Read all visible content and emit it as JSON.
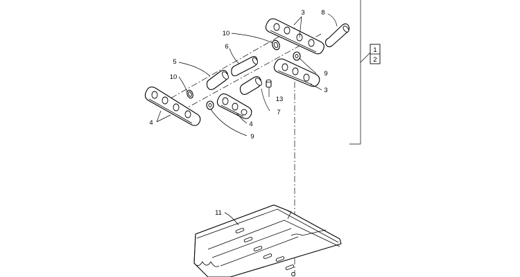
{
  "callouts": {
    "c1": "1",
    "c2": "2",
    "c3a": "3",
    "c3b": "3",
    "c4a": "4",
    "c4b": "4",
    "c5": "5",
    "c6": "6",
    "c7": "7",
    "c8": "8",
    "c9a": "9",
    "c9b": "9",
    "c10a": "10",
    "c10b": "10",
    "c11": "11",
    "c13": "13"
  }
}
